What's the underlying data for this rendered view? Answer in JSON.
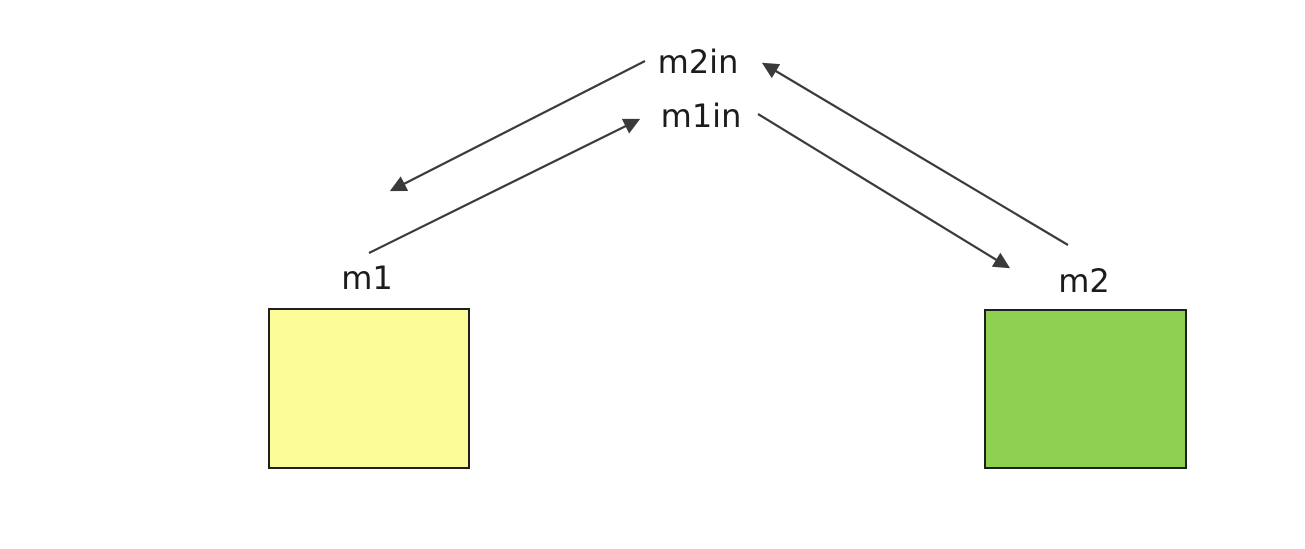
{
  "diagram": {
    "background_color": "#ffffff",
    "message_labels": {
      "m2in": "m2in",
      "m1in": "m1in"
    },
    "nodes": {
      "m1": {
        "label": "m1",
        "fill": "#fbfb98",
        "border": "#1f1f1f"
      },
      "m2": {
        "label": "m2",
        "fill": "#8ed050",
        "border": "#1f1f1f"
      }
    },
    "edges": [
      {
        "from": "m1",
        "to": "m1in",
        "arrowhead_at": "m1in"
      },
      {
        "from": "m2in",
        "to": "m1",
        "arrowhead_at": "m1"
      },
      {
        "from": "m2",
        "to": "m2in",
        "arrowhead_at": "m2in"
      },
      {
        "from": "m1in",
        "to": "m2",
        "arrowhead_at": "m2"
      }
    ],
    "arrow_color": "#3a3a3a"
  }
}
